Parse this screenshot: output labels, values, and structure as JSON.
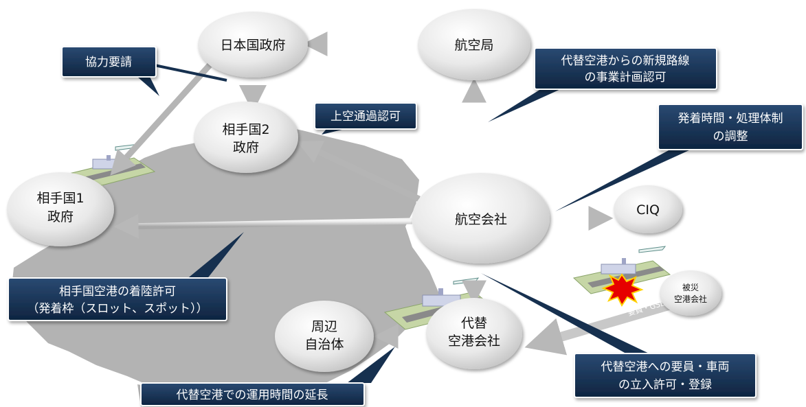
{
  "nodes": {
    "japan_gov": "日本国政府",
    "jcab": "航空局",
    "partner2": [
      "相手国2",
      "政府"
    ],
    "partner1": [
      "相手国1",
      "政府"
    ],
    "airline": "航空会社",
    "ciq": "CIQ",
    "disaster_airport": [
      "被災",
      "空港会社"
    ],
    "alt_airport": [
      "代替",
      "空港会社"
    ],
    "local_gov": [
      "周辺",
      "自治体"
    ]
  },
  "callouts": {
    "cooperation": [
      "協力要請"
    ],
    "route_approval": [
      "代替空港からの新規路線",
      "の事業計画認可"
    ],
    "overflight": [
      "上空通過認可"
    ],
    "schedule": [
      "発着時間・処理体制",
      "の調整"
    ],
    "landing_permit": [
      "相手国空港の着陸許可",
      "（発着枠（スロット、スポット））"
    ],
    "staff_access": [
      "代替空港への要員・車両",
      "の立入許可・登録"
    ],
    "hours_extension": [
      "代替空港での運用時間の延長"
    ]
  },
  "labels": {
    "staff_gse": "要員・GSE等"
  },
  "colors": {
    "callout_bg": "#16304f",
    "map": "#b3b3b3",
    "node_fill": "#e6e6e6",
    "arrow": "#bdbdbd",
    "explosion": "#e60000"
  }
}
